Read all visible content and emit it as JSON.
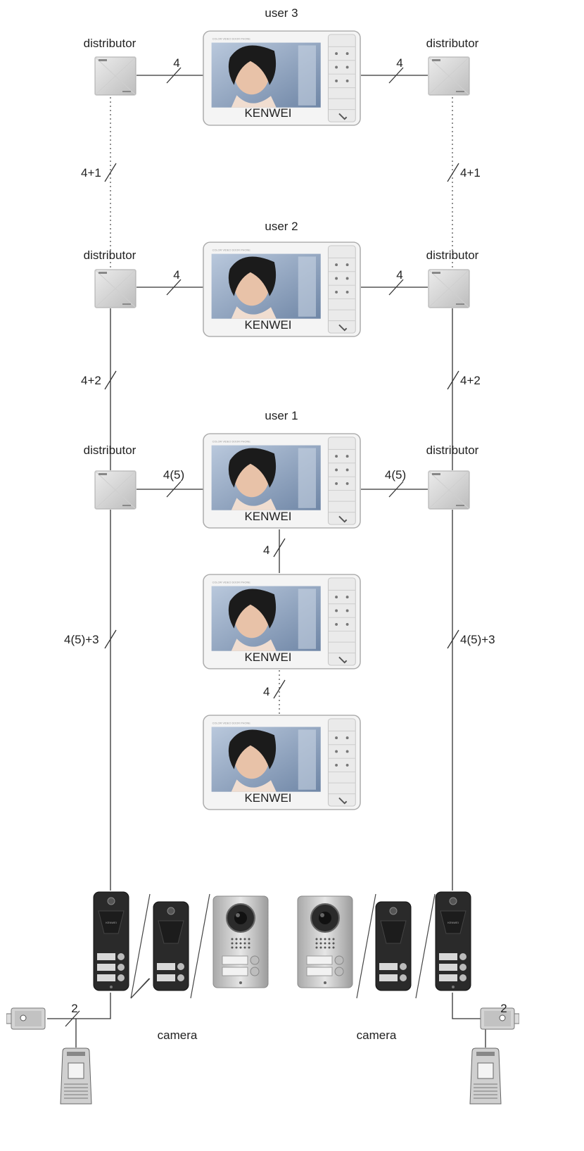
{
  "users": [
    {
      "label": "user 3",
      "brand": "KENWEI"
    },
    {
      "label": "user 2",
      "brand": "KENWEI"
    },
    {
      "label": "user 1",
      "brand": "KENWEI"
    }
  ],
  "extra_monitor_brand": "KENWEI",
  "distributor_label": "distributor",
  "wire_labels": {
    "user3_left": "4",
    "user3_right": "4",
    "riser_upper_left": "4+1",
    "riser_upper_right": "4+1",
    "user2_left": "4",
    "user2_right": "4",
    "riser_mid_left": "4+2",
    "riser_mid_right": "4+2",
    "user1_left": "4(5)",
    "user1_right": "4(5)",
    "monitor_link_1": "4",
    "monitor_link_2": "4",
    "riser_low_left": "4(5)+3",
    "riser_low_right": "4(5)+3",
    "lock_left": "2",
    "lock_right": "2"
  },
  "camera_label": "camera",
  "colors": {
    "panel_dark": "#2a2a2a",
    "panel_silver": "#c9c9c9",
    "distributor": "#d8d8d8",
    "monitor_frame": "#f2f2f2",
    "screen": "#8fa4c0"
  },
  "icons": [
    "monitor-icon",
    "distributor-box-icon",
    "door-panel-icon",
    "camera-panel-icon",
    "electric-lock-icon",
    "power-supply-icon"
  ]
}
